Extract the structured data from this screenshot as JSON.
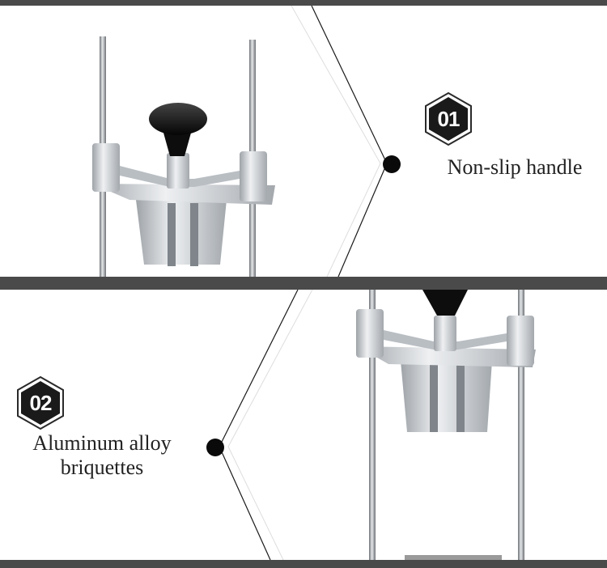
{
  "features": [
    {
      "number": "01",
      "label": "Non-slip handle"
    },
    {
      "number": "02",
      "label_line1": "Aluminum alloy",
      "label_line2": "briquettes"
    }
  ],
  "colors": {
    "band": "#4a4a4a",
    "badge": "#1a1a1a",
    "metal": "#c8ccd0",
    "knob": "#111111"
  },
  "icons": [
    "hexagon-badge-icon",
    "bullet-dot-icon"
  ]
}
